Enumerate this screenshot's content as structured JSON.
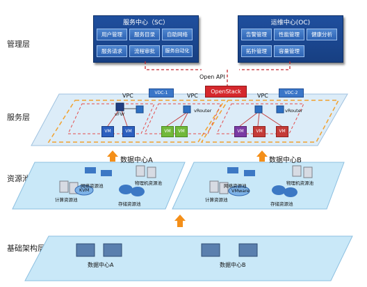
{
  "layers": {
    "management": "管理层",
    "service": "服务层",
    "resource_pool": "资源池层",
    "infrastructure": "基础架构层"
  },
  "sc_panel": {
    "title": "服务中心（SC）",
    "buttons": [
      "用户管理",
      "服务目录",
      "自助网络",
      "服务请求",
      "流程审批",
      "服务自动化"
    ]
  },
  "oc_panel": {
    "title": "运维中心(OC)",
    "buttons": [
      "告警管理",
      "性能管理",
      "健康分析",
      "拓扑管理",
      "容量管理"
    ]
  },
  "api": {
    "open_api": "Open API",
    "openstack": "OpenStack"
  },
  "service_layer": {
    "vpc_label": "VPC",
    "vdc_1": "VDC-1",
    "vdc_2": "VDC-2",
    "vfw": "vFW",
    "vrouter_1": "vRouter",
    "vrouter_2": "vRouter",
    "vm": "VM"
  },
  "resource_layer": {
    "datacenter_a": "数据中心A",
    "datacenter_b": "数据中心B",
    "network_pool_a": "网络资源池",
    "network_pool_b": "网络资源池",
    "kvm": "KVM",
    "vmware": "VMware",
    "compute_pool_a": "计算资源池",
    "compute_pool_b": "计算资源池",
    "physical_pool_a": "物理机资源池",
    "physical_pool_b": "物理机资源池",
    "storage_pool_a": "存储资源池",
    "storage_pool_b": "存储资源池"
  },
  "infra_layer": {
    "datacenter_a": "数据中心A",
    "datacenter_b": "数据中心B"
  }
}
